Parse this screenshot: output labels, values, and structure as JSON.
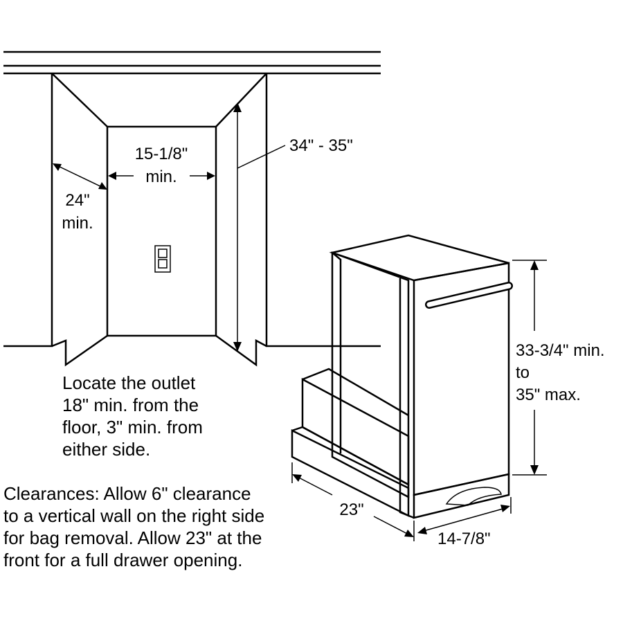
{
  "colors": {
    "ink": "#000000",
    "paper": "#ffffff"
  },
  "icons": [
    "outlet-icon",
    "dimension-arrow-icon"
  ],
  "opening": {
    "width_label": [
      "15-1/8\"",
      "min."
    ],
    "depth_label": [
      "24\"",
      "min."
    ],
    "height_label": "34\" - 35\""
  },
  "compactor": {
    "height_label": [
      "33-3/4\" min.",
      "to",
      "35\" max."
    ],
    "depth_label": "23\"",
    "width_label": "14-7/8\""
  },
  "notes": {
    "outlet": [
      "Locate the outlet",
      "18\" min. from the",
      "floor, 3\" min. from",
      "either side."
    ],
    "clearances": [
      "Clearances: Allow 6\" clearance",
      "to a vertical wall on the right side",
      "for bag removal. Allow 23\" at the",
      "front for a full drawer opening."
    ]
  }
}
